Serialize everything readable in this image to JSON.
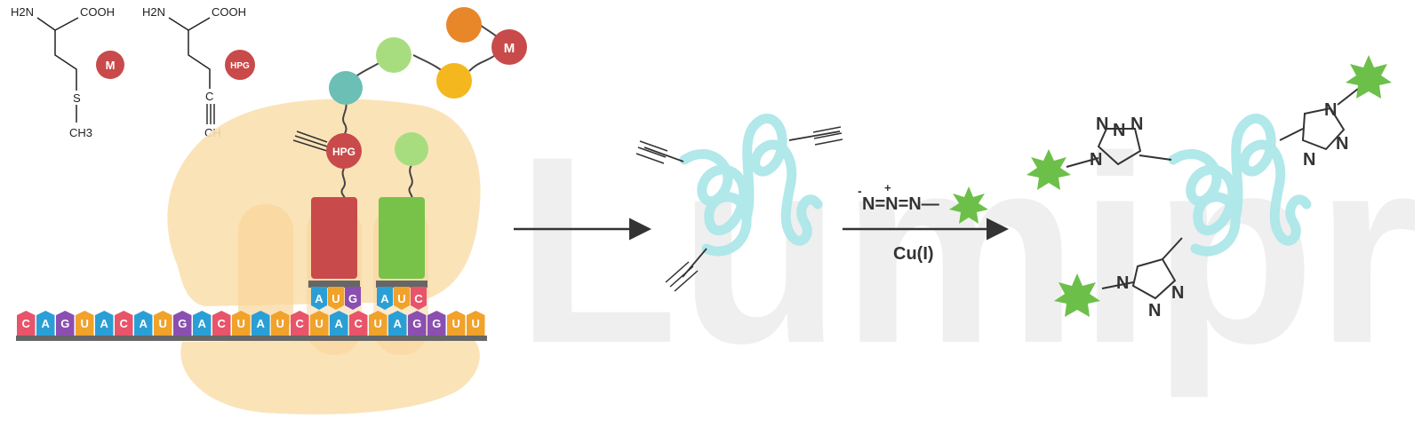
{
  "watermark": "Lumiprobe",
  "amino_acids": {
    "met": {
      "amine": "H2N",
      "acid": "COOH",
      "s": "S",
      "methyl": "CH3",
      "badge": "M"
    },
    "hpg": {
      "amine": "H2N",
      "acid": "COOH",
      "c": "C",
      "ch": "CH",
      "badge": "HPG"
    }
  },
  "ribosome": {
    "chain_badge": "M",
    "tRNA_badge": "HPG",
    "anticodon_left": [
      "A",
      "U",
      "G"
    ],
    "anticodon_right": [
      "A",
      "U",
      "C"
    ],
    "mrna": [
      "C",
      "A",
      "G",
      "U",
      "A",
      "C",
      "A",
      "U",
      "G",
      "A",
      "C",
      "U",
      "A",
      "U",
      "C",
      "U",
      "A",
      "C",
      "U",
      "A",
      "G",
      "G",
      "U",
      "U"
    ]
  },
  "reaction": {
    "azide": {
      "charge_minus": "-",
      "charge_plus": "+",
      "text": "N=N=N—"
    },
    "catalyst": "Cu(I)"
  },
  "triazole": {
    "n": "N"
  },
  "colors": {
    "ribosome": "#fbe0b0",
    "met": "#c94a4a",
    "hpg": "#c94a4a",
    "trna_red": "#c94a4a",
    "trna_green": "#78c24a",
    "protein": "#a8e6e8",
    "dye": "#6cc04a",
    "teal": "#6bbfb5",
    "lightgreen": "#a7dd7f",
    "orange": "#e8862a",
    "yellow": "#f4b71e"
  }
}
